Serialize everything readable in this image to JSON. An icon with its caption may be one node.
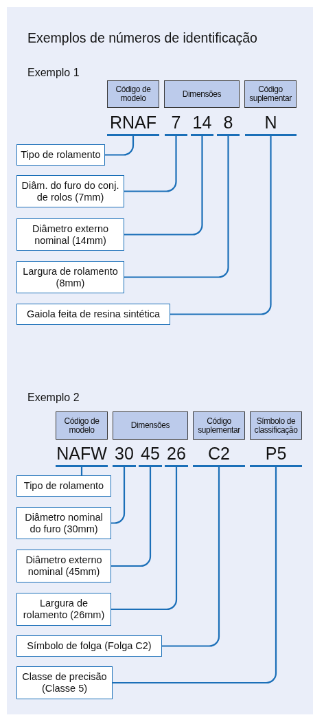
{
  "diagram": {
    "title": "Exemplos de números de identificação",
    "nodes": [
      {
        "text": [
          "Código de modelo"
        ]
      },
      {
        "text": [
          "Dimensões"
        ]
      },
      {
        "text": [
          "Código suplementar"
        ]
      },
      {
        "text": [
          "RNAF"
        ]
      },
      {
        "text": [
          "7"
        ]
      },
      {
        "text": [
          "14"
        ]
      },
      {
        "text": [
          "8"
        ]
      },
      {
        "text": [
          "N"
        ]
      },
      {
        "text": [
          "Tipo de rolamento"
        ]
      },
      {
        "text": [
          "Diâm. do furo do conj. de rolos (7mm)"
        ]
      },
      {
        "text": [
          "Diâmetro externo nominal (14mm)"
        ]
      },
      {
        "text": [
          "Largura de rolamento (8mm)"
        ]
      },
      {
        "text": [
          "Gaiola feita de resina sintética"
        ]
      },
      {
        "text": [
          "Código de modelo"
        ]
      },
      {
        "text": [
          "Dimensões"
        ]
      },
      {
        "text": [
          "Código suplementar"
        ]
      },
      {
        "text": [
          "Símbolo de classificação"
        ]
      },
      {
        "text": [
          "NAFW"
        ]
      },
      {
        "text": [
          "30"
        ]
      },
      {
        "text": [
          "45"
        ]
      },
      {
        "text": [
          "26"
        ]
      },
      {
        "text": [
          "C2"
        ]
      },
      {
        "text": [
          "P5"
        ]
      },
      {
        "text": [
          "Tipo de rolamento"
        ]
      },
      {
        "text": [
          "Diâmetro nominal do furo (30mm)"
        ]
      },
      {
        "text": [
          "Diâmetro externo nominal (45mm)"
        ]
      },
      {
        "text": [
          "Largura de rolamento (26mm)"
        ]
      },
      {
        "text": [
          "Símbolo de folga (Folga C2)"
        ]
      },
      {
        "text": [
          "Classe de precisão (Classe 5)"
        ]
      }
    ],
    "edges": [
      {
        "from": 3,
        "to": 8,
        "arrow": "none"
      },
      {
        "from": 4,
        "to": 9,
        "arrow": "none"
      },
      {
        "from": 5,
        "to": 10,
        "arrow": "none"
      },
      {
        "from": 6,
        "to": 11,
        "arrow": "none"
      },
      {
        "from": 7,
        "to": 12,
        "arrow": "none"
      },
      {
        "from": 17,
        "to": 23,
        "arrow": "none"
      },
      {
        "from": 18,
        "to": 24,
        "arrow": "none"
      },
      {
        "from": 19,
        "to": 25,
        "arrow": "none"
      },
      {
        "from": 20,
        "to": 26,
        "arrow": "none"
      },
      {
        "from": 21,
        "to": 27,
        "arrow": "none"
      },
      {
        "from": 22,
        "to": 28,
        "arrow": "none"
      }
    ],
    "labels": [
      "Exemplo 1",
      "Exemplo 2"
    ]
  }
}
